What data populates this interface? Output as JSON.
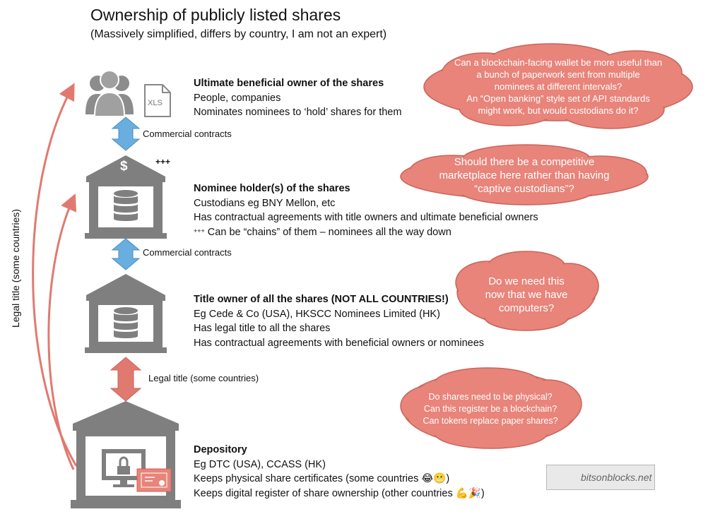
{
  "title": "Ownership of publicly listed shares",
  "subtitle": "(Massively simplified, differs by country, I am not an expert)",
  "side_label": "Legal title (some countries)",
  "levels": [
    {
      "heading": "Ultimate beneficial owner of the shares",
      "lines": [
        "People, companies",
        "Nominates nominees to ‘hold’ shares for them"
      ],
      "icon_text": "XLS"
    },
    {
      "heading": "Nominee holder(s) of the shares",
      "lines": [
        "Custodians eg BNY Mellon, etc",
        "Has contractual agreements with title owners and ultimate beneficial owners"
      ],
      "chain_marker": "+++",
      "chain_line": " Can be “chains” of them – nominees all the way down",
      "icon_symbol": "$",
      "badge": "+++"
    },
    {
      "heading": "Title owner of all the shares (NOT ALL COUNTRIES!)",
      "lines": [
        "Eg Cede & Co (USA), HKSCC Nominees Limited (HK)",
        "Has legal title to all the shares",
        "Has contractual agreements with beneficial owners or nominees"
      ]
    },
    {
      "heading": "Depository",
      "lines": [
        "Eg DTC (USA), CCASS (HK)",
        "Keeps physical share certificates (some countries 😂😬)",
        "Keeps digital register of share ownership (other countries 💪🎉)"
      ]
    }
  ],
  "arrows": [
    {
      "label": "Commercial contracts",
      "color": "#6aaee0"
    },
    {
      "label": "Commercial contracts",
      "color": "#6aaee0"
    },
    {
      "label": "Legal title (some countries)",
      "color": "#e07a70"
    }
  ],
  "clouds": [
    {
      "lines": [
        "Can a blockchain-facing wallet be more useful than",
        "a bunch of paperwork sent from multiple",
        "nominees at different intervals?",
        "An “Open banking” style set of API standards",
        "might work, but would custodians do it?"
      ]
    },
    {
      "lines": [
        "Should there be a competitive",
        "marketplace here rather than having",
        "“captive custodians”?"
      ]
    },
    {
      "lines": [
        "Do we need this",
        "now that we have",
        "computers?"
      ]
    },
    {
      "lines": [
        "Do shares need to be physical?",
        "Can this register be a blockchain?",
        "Can tokens replace paper shares?"
      ]
    }
  ],
  "logo": "bitsonblocks.net",
  "colors": {
    "icon_gray": "#7f7f7f",
    "cloud_fill": "#e8847a",
    "cloud_stroke": "#c9645a",
    "arrow_blue": "#6aaee0",
    "arrow_red": "#e07a70"
  }
}
